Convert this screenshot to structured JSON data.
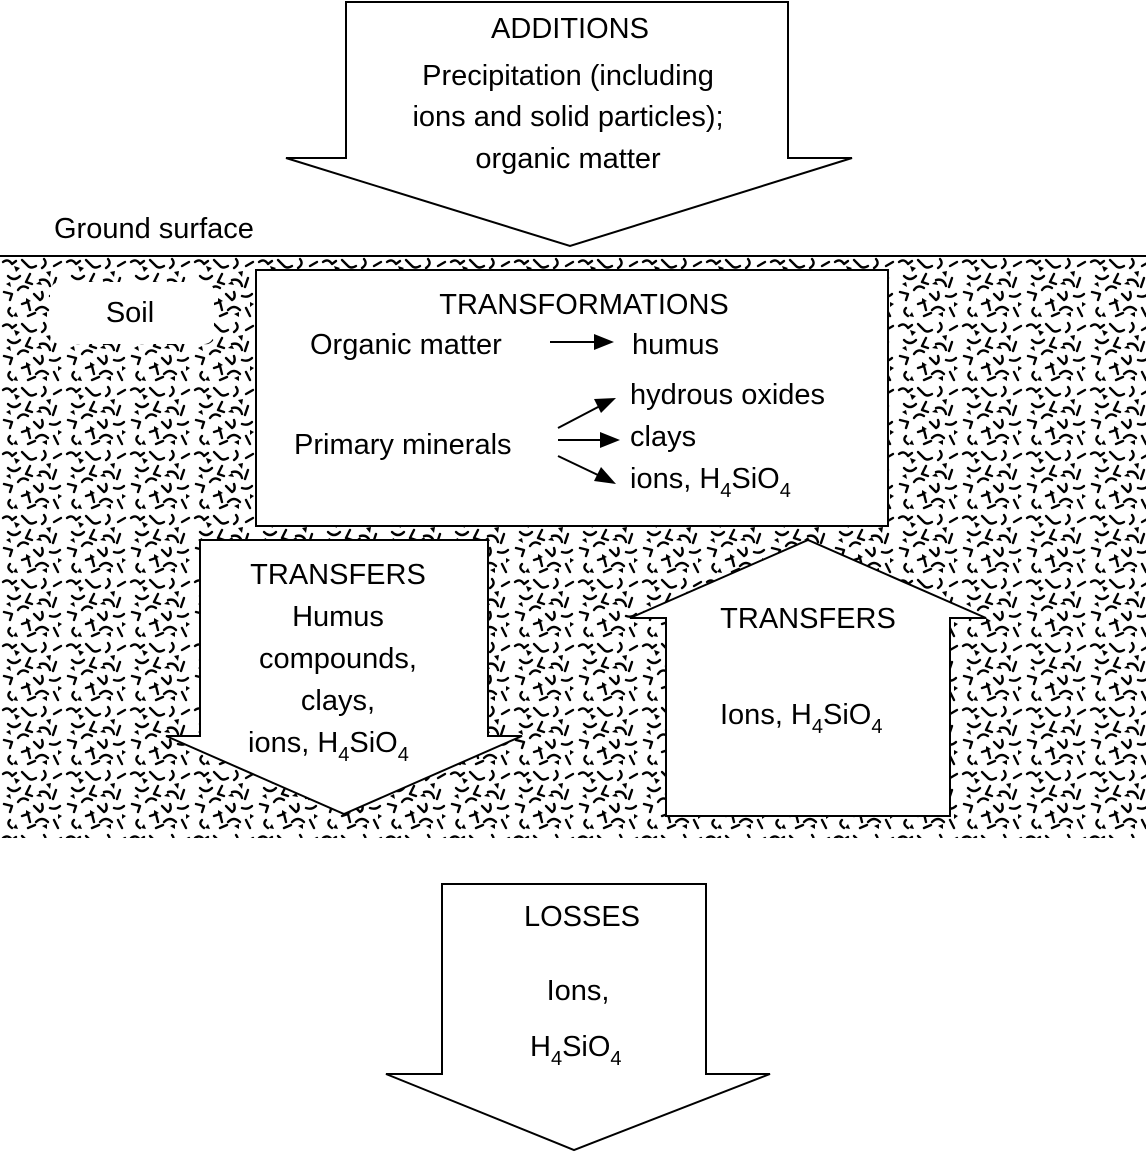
{
  "additions": {
    "title": "ADDITIONS",
    "line1": "Precipitation (including",
    "line2": "ions and solid particles);",
    "line3": "organic matter"
  },
  "ground_surface": "Ground surface",
  "soil_label": "Soil",
  "transformations": {
    "title": "TRANSFORMATIONS",
    "organic_matter": "Organic matter",
    "humus": "humus",
    "primary_minerals": "Primary minerals",
    "hydrous_oxides": "hydrous oxides",
    "clays": "clays",
    "ions_prefix": "ions, H",
    "sub_4a": "4",
    "si_o": "SiO",
    "sub_4b": "4"
  },
  "transfers_down": {
    "title": "TRANSFERS",
    "line1": "Humus",
    "line2": "compounds,",
    "line3": "clays,",
    "ions_prefix": "ions, H",
    "sub_4a": "4",
    "si_o": "SiO",
    "sub_4b": "4"
  },
  "transfers_up": {
    "title": "TRANSFERS",
    "ions_prefix": "Ions, H",
    "sub_4a": "4",
    "si_o": "SiO",
    "sub_4b": "4"
  },
  "losses": {
    "title": "LOSSES",
    "line1": "Ions,",
    "h": "H",
    "sub_4a": "4",
    "si_o": "SiO",
    "sub_4b": "4"
  }
}
